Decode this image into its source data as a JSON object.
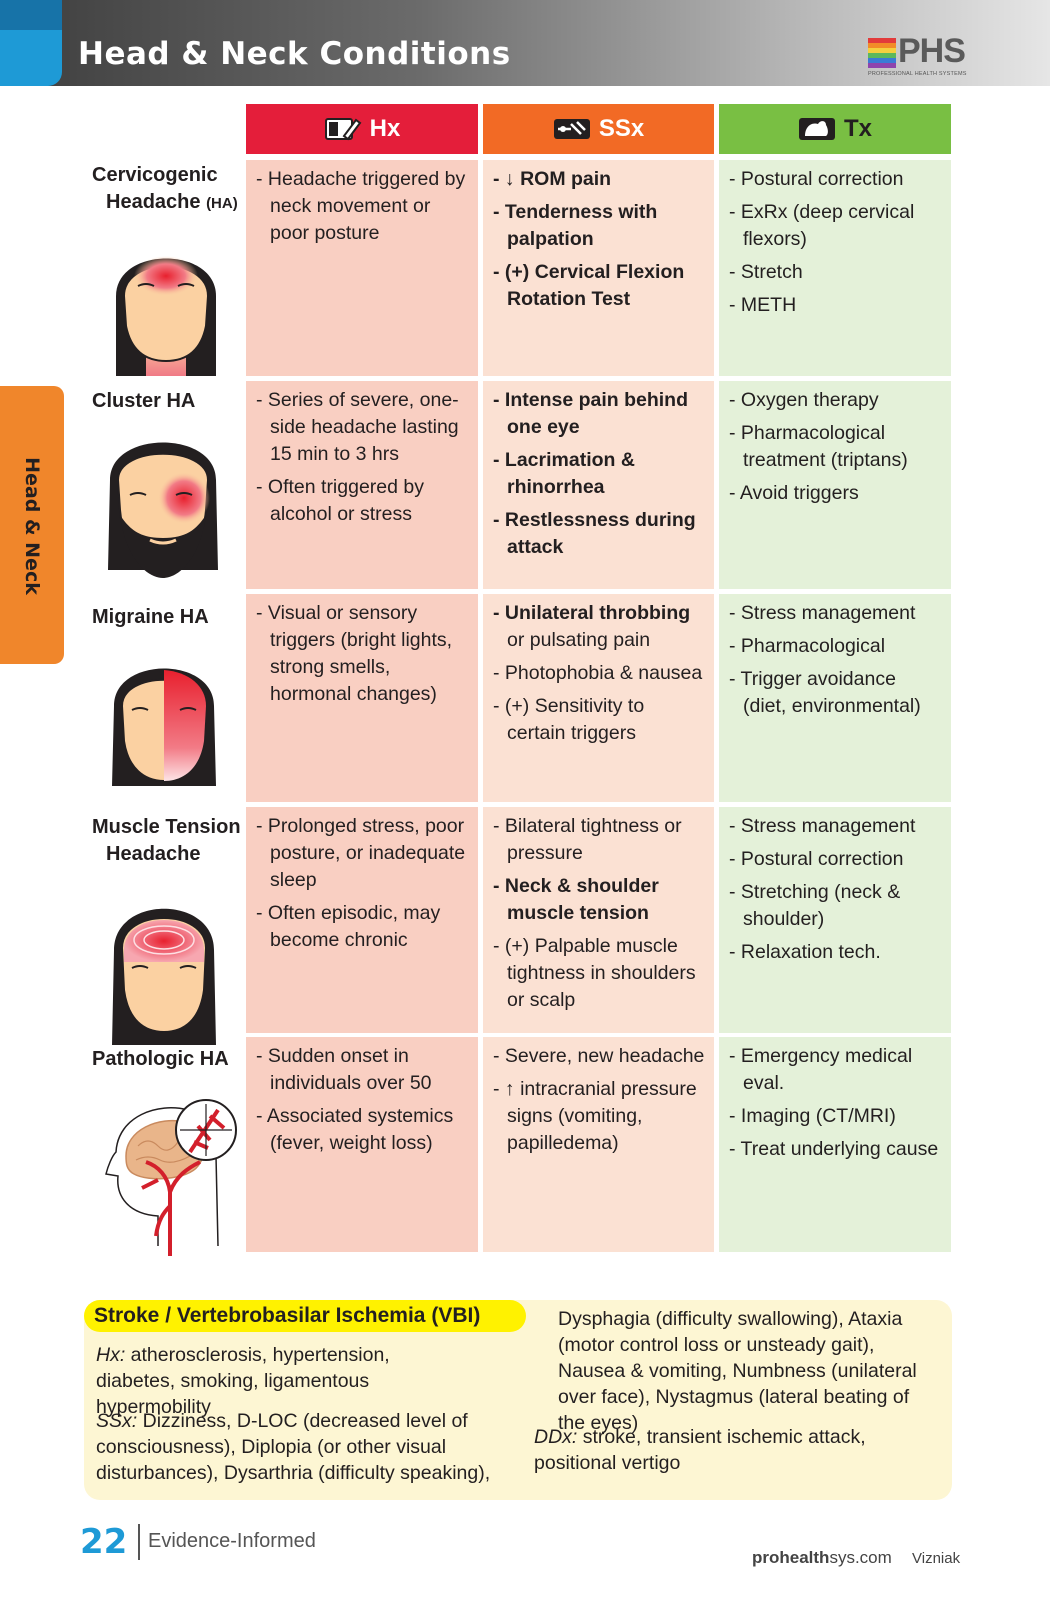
{
  "header": {
    "title": "Head & Neck Conditions",
    "logo_text": "PHS",
    "logo_sub": "PROFESSIONAL HEALTH SYSTEMS"
  },
  "side_tab": {
    "label": "Head & Neck"
  },
  "columns": {
    "hx": "Hx",
    "ssx": "SSx",
    "tx": "Tx"
  },
  "rows": [
    {
      "label_line1": "Cervicogenic",
      "label_line2": "Headache",
      "label_suffix": "(HA)",
      "hx": [
        "- Headache triggered by neck movement or poor posture"
      ],
      "ssx": [
        "- ↓ ROM pain",
        "- Tenderness with palpation",
        "- (+) Cervical Flexion Rotation Test"
      ],
      "tx": [
        "- Postural correction",
        "- ExRx (deep cervical flexors)",
        "- Stretch",
        "- METH"
      ]
    },
    {
      "label_line1": "Cluster HA",
      "hx": [
        "- Series of severe, one-side headache lasting 15 min to 3 hrs",
        "- Often triggered by alcohol or stress"
      ],
      "ssx": [
        "- Intense pain behind one eye",
        "- Lacrimation & rhinorrhea",
        "- Restlessness during attack"
      ],
      "tx": [
        "- Oxygen therapy",
        "- Pharmacological treatment (triptans)",
        "- Avoid triggers"
      ]
    },
    {
      "label_line1": "Migraine HA",
      "hx": [
        "- Visual or sensory triggers (bright lights, strong smells, hormonal changes)"
      ],
      "ssx_1_bold": "- Unilateral throbbing",
      "ssx_1_rest": " or pulsating pain",
      "ssx": [
        "- Photophobia & nausea",
        "- (+) Sensitivity to certain triggers"
      ],
      "tx": [
        "- Stress management",
        "- Pharmacological",
        "- Trigger avoidance (diet, environmental)"
      ]
    },
    {
      "label_line1": "Muscle Tension",
      "label_line2": "Headache",
      "hx": [
        "- Prolonged stress, poor posture, or inadequate sleep",
        "- Often episodic, may become chronic"
      ],
      "ssx": [
        "- Bilateral tightness or pressure",
        "- Neck & shoulder muscle tension",
        "- (+) Palpable muscle tightness in shoulders or scalp"
      ],
      "tx": [
        "- Stress management",
        "- Postural correction",
        "- Stretching (neck & shoulder)",
        "- Relaxation tech."
      ]
    },
    {
      "label_line1": "Pathologic HA",
      "hx": [
        "- Sudden onset in individuals over 50",
        "- Associated  systemics (fever, weight loss)"
      ],
      "ssx": [
        "- Severe, new headache",
        "- ↑ intracranial pressure signs (vomiting, papilledema)"
      ],
      "tx": [
        "- Emergency medical eval.",
        "- Imaging (CT/MRI)",
        "- Treat underlying cause"
      ]
    }
  ],
  "stroke": {
    "title": "Stroke / Vertebrobasilar Ischemia (VBI)",
    "hx_label": "Hx:",
    "hx_text": " atherosclerosis, hypertension, diabetes, smoking, ligamentous hypermobility",
    "ssx_label": "SSx:",
    "ssx_text": " Dizziness, D-LOC (decreased level of consciousness), Diplopia (or other visual disturbances), Dysarthria (difficulty speaking),",
    "ssx_cont": "Dysphagia (difficulty swallowing), Ataxia (motor control loss or unsteady gait), Nausea & vomiting, Numbness (unilateral over face), Nystagmus (lateral beating of the eyes)",
    "ddx_label": "DDx:",
    "ddx_text": " stroke, transient ischemic attack, positional vertigo"
  },
  "footer": {
    "page": "22",
    "section": "Evidence-Informed",
    "site_bold": "prohealth",
    "site_rest": "sys.com",
    "author": "Vizniak"
  },
  "colors": {
    "hx": "#e41e3a",
    "ssx": "#f26a25",
    "tx": "#79bf43",
    "accent": "#1e9ad6",
    "tab": "#f0862b"
  }
}
